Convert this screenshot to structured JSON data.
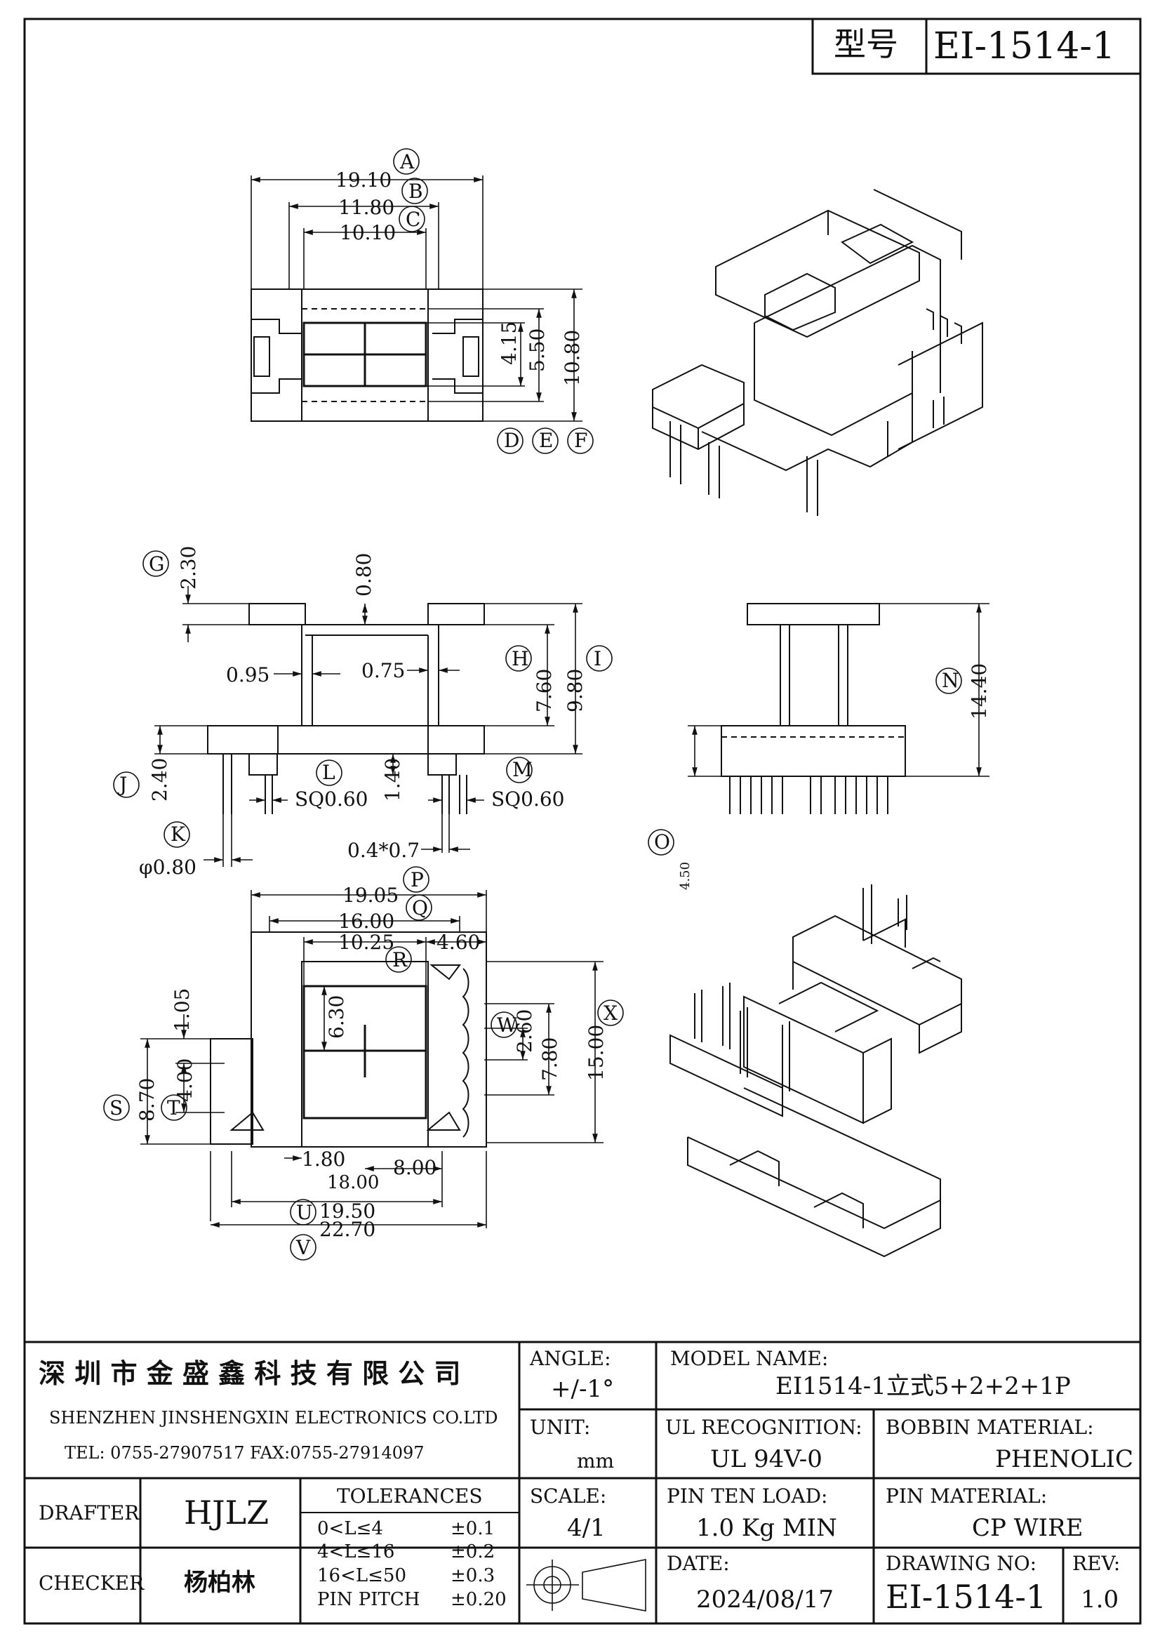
{
  "header": {
    "type_label": "型号",
    "model_code": "EI-1514-1"
  },
  "dims_top": {
    "A": "19.10",
    "B": "11.80",
    "C": "10.10",
    "D_label": "D",
    "E_label": "E",
    "F_label": "F",
    "v1": "4.15",
    "v2": "5.50",
    "v3": "10.80",
    "A_label": "A",
    "B_label": "B",
    "C_label": "C"
  },
  "dims_side": {
    "G_label": "G",
    "G": "2.30",
    "d080": "0.80",
    "H_label": "H",
    "H": "7.60",
    "I_label": "I",
    "I": "9.80",
    "d095": "0.95",
    "d075": "0.75",
    "J_label": "J",
    "J": "2.40",
    "L_label": "L",
    "L": "SQ0.60",
    "d140": "1.40",
    "M_label": "M",
    "M": "SQ0.60",
    "K_label": "K",
    "K": "φ0.80",
    "pin": "0.4*0.7",
    "N_label": "N",
    "N": "14.40",
    "O_label": "O",
    "O": "4.50"
  },
  "dims_bottom": {
    "P_label": "P",
    "P": "19.05",
    "Q_label": "Q",
    "Q": "16.00",
    "R_label": "R",
    "R": "10.25",
    "d460": "4.60",
    "d105": "1.05",
    "d630": "6.30",
    "W_label": "W",
    "W": "2.60",
    "d780": "7.80",
    "X_label": "X",
    "X": "15.00",
    "S_label": "S",
    "S": "8.70",
    "T_label": "T",
    "T": "4.00",
    "d180": "1.80",
    "d1800": "18.00",
    "d800": "8.00",
    "U_label": "U",
    "U": "19.50",
    "V_label": "V",
    "V": "22.70"
  },
  "title_block": {
    "company_cn": "深 圳 市 金 盛 鑫 科 技 有 限 公 司",
    "company_en": "SHENZHEN JINSHENGXIN ELECTRONICS CO.LTD",
    "contact": "TEL: 0755-27907517   FAX:0755-27914097",
    "angle_label": "ANGLE:",
    "angle_value": "+/-1°",
    "model_label": "MODEL NAME:",
    "model_value": "EI1514-1立式5+2+2+1P",
    "unit_label": "UNIT:",
    "unit_value": "mm",
    "ul_label": "UL RECOGNITION:",
    "ul_value": "UL 94V-0",
    "bobbin_label": "BOBBIN MATERIAL:",
    "bobbin_value": "PHENOLIC",
    "drafter_label": "DRAFTER",
    "drafter_value": "HJLZ",
    "tolerances_label": "TOLERANCES",
    "tolerances": [
      {
        "range": "0<L≤4",
        "value": "±0.1"
      },
      {
        "range": "4<L≤16",
        "value": "±0.2"
      },
      {
        "range": "16<L≤50",
        "value": "±0.3"
      },
      {
        "range": "PIN PITCH",
        "value": "±0.20"
      }
    ],
    "scale_label": "SCALE:",
    "scale_value": "4/1",
    "pin_load_label": "PIN TEN LOAD:",
    "pin_load_value": "1.0 Kg MIN",
    "pin_mat_label": "PIN MATERIAL:",
    "pin_mat_value": "CP WIRE",
    "checker_label": "CHECKER",
    "checker_value": "杨柏林",
    "date_label": "DATE:",
    "date_value": "2024/08/17",
    "drawing_no_label": "DRAWING NO:",
    "drawing_no_value": "EI-1514-1",
    "rev_label": "REV:",
    "rev_value": "1.0"
  }
}
